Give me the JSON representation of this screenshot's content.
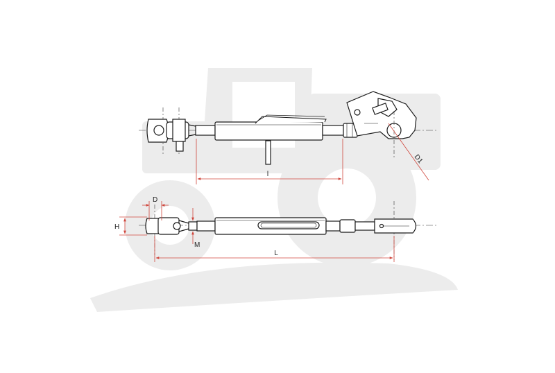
{
  "diagram": {
    "labels": {
      "length_short": "l",
      "rotation_diameter": "D1",
      "pin_diameter": "D",
      "head_height": "H",
      "thread": "M",
      "length_total": "L"
    },
    "colors": {
      "line": "#1a1a1a",
      "dimension": "#d0463c",
      "watermark": "#ececec",
      "background": "#ffffff"
    },
    "icons": {
      "watermark": "tractor-watermark-icon"
    }
  }
}
